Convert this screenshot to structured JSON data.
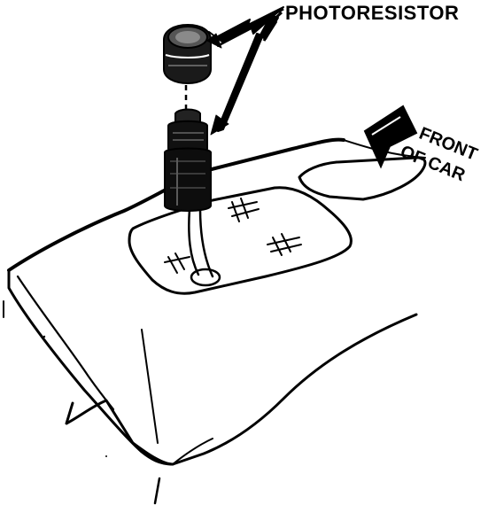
{
  "labels": {
    "photoresistor": "PHOTORESISTOR",
    "front_line1": "FRONT",
    "front_line2": "OF CAR"
  },
  "colors": {
    "ink": "#000000",
    "paper": "#ffffff",
    "shade": "#3a3a3a"
  }
}
